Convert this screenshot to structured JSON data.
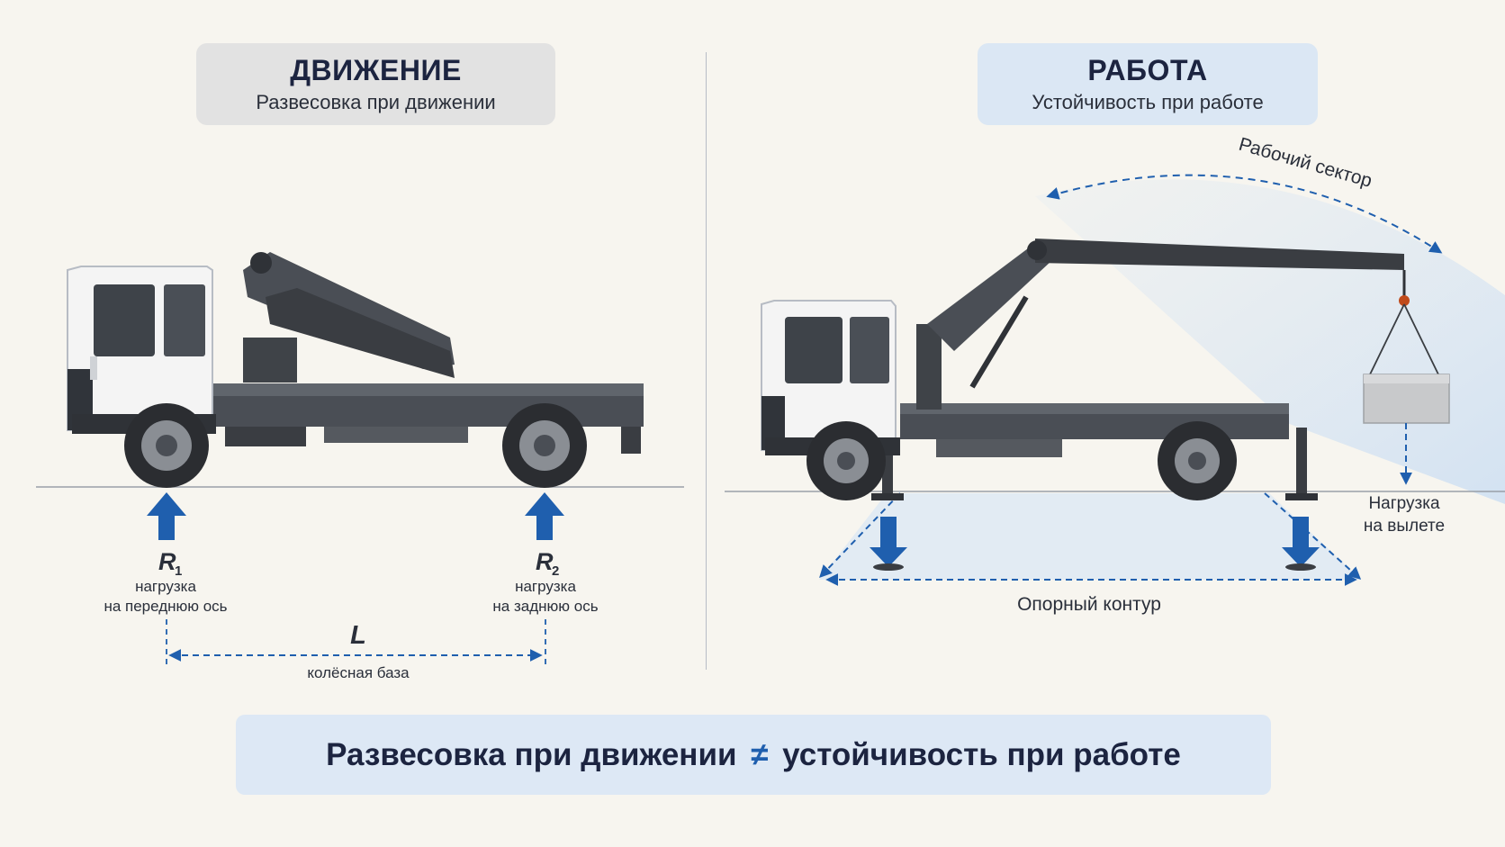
{
  "left_panel": {
    "title": "ДВИЖЕНИЕ",
    "subtitle": "Развесовка при движении",
    "r1_symbol": "R",
    "r1_index": "1",
    "r1_label_line1": "нагрузка",
    "r1_label_line2": "на переднюю ось",
    "r2_symbol": "R",
    "r2_index": "2",
    "r2_label_line1": "нагрузка",
    "r2_label_line2": "на заднюю ось",
    "wheelbase_symbol": "L",
    "wheelbase_label": "колёсная база"
  },
  "right_panel": {
    "title": "РАБОТА",
    "subtitle": "Устойчивость при работе",
    "sector_label": "Рабочий сектор",
    "load_label_line1": "Нагрузка",
    "load_label_line2": "на вылете",
    "support_label": "Опорный контур"
  },
  "footer": {
    "left_text": "Развесовка при движении",
    "symbol": "≠",
    "right_text": "устойчивость при работе"
  },
  "colors": {
    "background": "#f7f5ef",
    "accent_blue": "#1f5fae",
    "title_gray": "#e2e2e2",
    "title_blue": "#dbe7f4",
    "banner_blue": "#dde8f5",
    "sector_fill": "#dbe7f4"
  }
}
